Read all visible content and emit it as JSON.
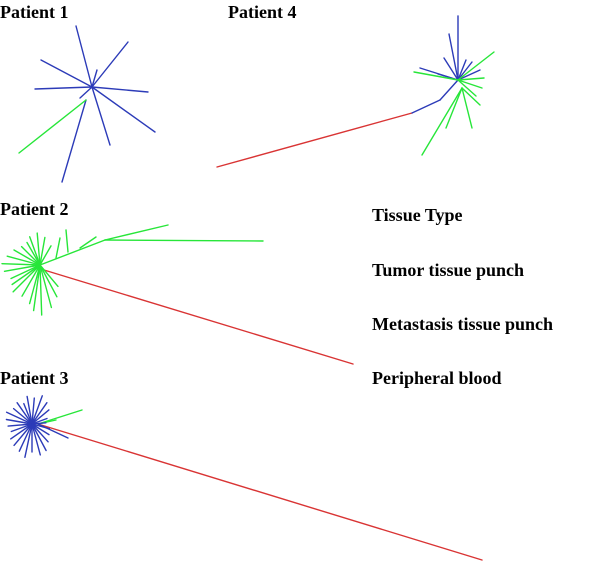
{
  "colors": {
    "tumor": "#27e639",
    "metastasis": "#2c3bb8",
    "blood": "#d93434",
    "text": "#000000"
  },
  "panels": [
    {
      "id": "patient-1",
      "title": "Patient 1"
    },
    {
      "id": "patient-4",
      "title": "Patient 4"
    },
    {
      "id": "patient-2",
      "title": "Patient 2"
    },
    {
      "id": "patient-3",
      "title": "Patient 3"
    }
  ],
  "legend": {
    "title": "Tissue Type",
    "items": [
      {
        "label": "Tumor tissue punch",
        "color_key": "tumor"
      },
      {
        "label": "Metastasis tissue punch",
        "color_key": "metastasis"
      },
      {
        "label": "Peripheral blood",
        "color_key": "blood"
      }
    ]
  }
}
